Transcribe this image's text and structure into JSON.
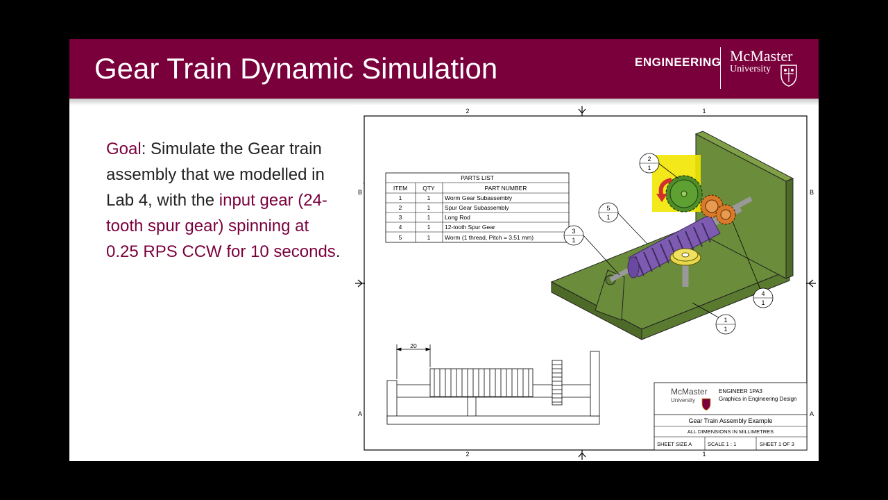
{
  "slide": {
    "title": "Gear Train Dynamic Simulation",
    "brand": {
      "engineering": "ENGINEERING",
      "name": "McMaster",
      "sub": "University"
    },
    "goal": {
      "label": "Goal",
      "text_before": ": Simulate the Gear train assembly that we modelled in Lab 4, with the ",
      "highlight": "input gear (24-tooth spur gear) spinning at 0.25 RPS CCW for 10 seconds",
      "text_after": "."
    }
  },
  "drawing": {
    "zones": {
      "top_left": "2",
      "top_right": "1",
      "bottom_left": "2",
      "bottom_right": "1",
      "side_top": "B",
      "side_bottom": "A"
    },
    "parts_list": {
      "title": "PARTS LIST",
      "headers": [
        "ITEM",
        "QTY",
        "PART NUMBER"
      ],
      "rows": [
        [
          "1",
          "1",
          "Worm Gear Subassembly"
        ],
        [
          "2",
          "1",
          "Spur Gear Subassembly"
        ],
        [
          "3",
          "1",
          "Long Rod"
        ],
        [
          "4",
          "1",
          "12-tooth Spur Gear"
        ],
        [
          "5",
          "1",
          "Worm (1 thread, Pitch = 3.51 mm)"
        ]
      ]
    },
    "balloons": [
      {
        "item": "2",
        "qty": "1"
      },
      {
        "item": "5",
        "qty": "1"
      },
      {
        "item": "3",
        "qty": "1"
      },
      {
        "item": "4",
        "qty": "1"
      },
      {
        "item": "1",
        "qty": "1"
      }
    ],
    "dimension": "20",
    "title_block": {
      "brand_name": "McMaster",
      "brand_sub": "University",
      "course": "ENGINEER 1PA3",
      "course_name": "Graphics in Engineering Design",
      "drawing_title": "Gear Train Assembly Example",
      "units_note": "ALL DIMENSIONS IN MILLIMETRES",
      "sheet_size": "SHEET SIZE A",
      "scale": "SCALE 1 : 1",
      "sheet": "SHEET 1 OF 3"
    }
  },
  "colors": {
    "maroon": "#7a003c",
    "model_green": "#6b8c3a",
    "worm_purple": "#7d5bb0",
    "highlight_yellow": "#f2e600"
  }
}
